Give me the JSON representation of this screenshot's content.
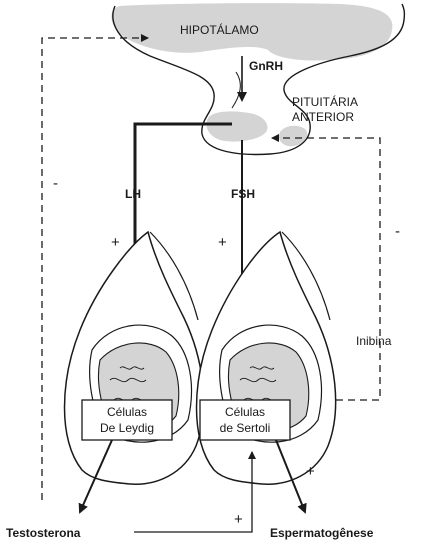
{
  "labels": {
    "hypothalamus": "HIPOTÁLAMO",
    "gnrh": "GnRH",
    "pituitary_line1": "PITUITÁRIA",
    "pituitary_line2": "ANTERIOR",
    "lh": "LH",
    "fsh": "FSH",
    "inhibin": "Inibina",
    "leydig_line1": "Células",
    "leydig_line2": "De Leydig",
    "sertoli_line1": "Células",
    "sertoli_line2": "de Sertoli",
    "testosterone": "Testosterona",
    "spermatogenesis": "Espermatogênese"
  },
  "signs": {
    "testosterone_feedback": "-",
    "inhibin_feedback": "-",
    "lh_plus": "+",
    "fsh_plus": "+",
    "testosterone_to_sertoli": "+",
    "spermatogenesis_plus": "+"
  }
}
